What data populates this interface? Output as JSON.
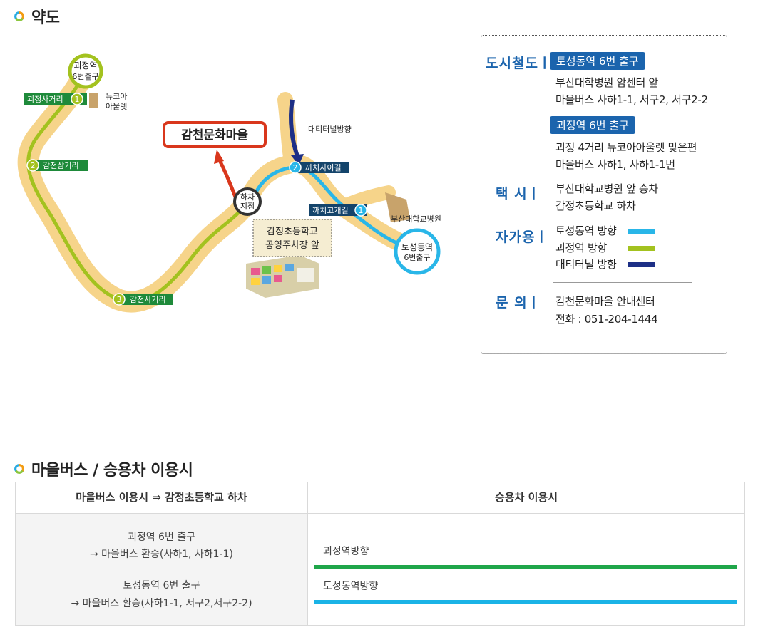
{
  "sections": {
    "map_title": "약도",
    "transport_title": "마을버스 / 승용차 이용시"
  },
  "map": {
    "stations": [
      {
        "name": "괴정역",
        "exit": "6번출구"
      },
      {
        "name": "토성동역",
        "exit": "6번출구"
      }
    ],
    "road_labels": {
      "intersection_1": "괴정사거리",
      "intersection_2": "감천삼거리",
      "intersection_3": "감천사거리",
      "kkachi_sai": "까치사이길",
      "kkachi_gogae": "까치고개길",
      "terminal_dir": "대티터널방향"
    },
    "landmarks": {
      "newcore_line1": "뉴코아",
      "newcore_line2": "아울렛",
      "hospital": "부산대학교병원",
      "school_line1": "감정초등학교",
      "school_line2": "공영주차장 앞"
    },
    "destination": "감천문화마을",
    "drop_off_line1": "하차",
    "drop_off_line2": "지점",
    "numbers": [
      "1",
      "2",
      "3"
    ]
  },
  "info": {
    "subway": {
      "heading": "도시철도ㅣ",
      "routes": [
        {
          "badge": "토성동역 6번 출구",
          "lines": [
            "부산대학병원 암센터 앞",
            "마을버스 사하1-1, 서구2, 서구2-2"
          ]
        },
        {
          "badge": "괴정역 6번 출구",
          "lines": [
            "괴정 4거리 뉴코아아울렛 맞은편",
            "마을버스 사하1, 사하1-1번"
          ]
        }
      ]
    },
    "taxi": {
      "heading": "택 시ㅣ",
      "lines": [
        "부산대학교병원 앞 승차",
        "감정초등학교 하차"
      ]
    },
    "car": {
      "heading": "자가용ㅣ",
      "legend": [
        {
          "label": "토성동역 방향",
          "color": "#29b6e8"
        },
        {
          "label": "괴정역 방향",
          "color": "#a3c21f"
        },
        {
          "label": "대티터널 방향",
          "color": "#1d2f86"
        }
      ]
    },
    "contact": {
      "heading": "문 의ㅣ",
      "lines": [
        "감천문화마을 안내센터",
        "전화 : 051-204-1444"
      ]
    }
  },
  "table": {
    "headers": [
      "마을버스 이용시 ⇒ 감정초등학교 하차",
      "승용차 이용시"
    ],
    "bus_lines": [
      "괴정역 6번 출구",
      "→ 마을버스 환승(사하1, 사하1-1)",
      "토성동역 6번 출구",
      "→ 마을버스 환승(사하1-1, 서구2,서구2-2)"
    ],
    "car_routes": [
      {
        "label": "괴정역방향",
        "color": "#1fa64a"
      },
      {
        "label": "토성동역방향",
        "color": "#1ab3e6"
      }
    ]
  },
  "colors": {
    "road": "#f6d48a",
    "green_route": "#a3c21f",
    "blue_route": "#29b6e8",
    "navy_route": "#1d2f86",
    "red_arrow": "#d9371c",
    "label_green": "#1e8a3a",
    "label_navy": "#14446b",
    "accent_blue": "#1b64ad"
  }
}
